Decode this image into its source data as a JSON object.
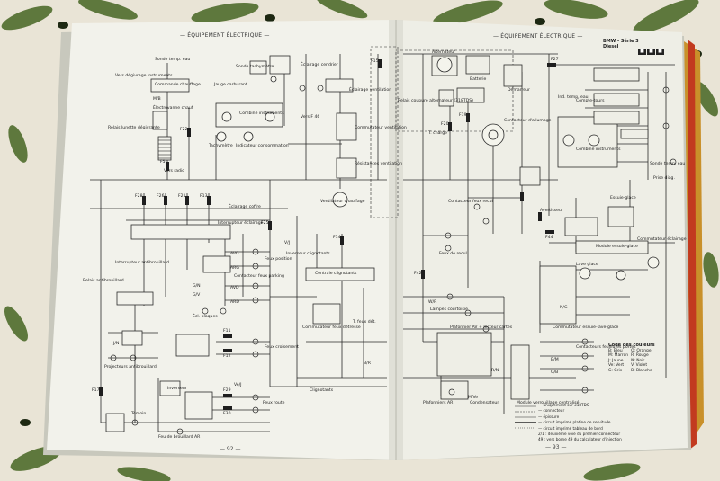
{
  "page": {
    "header_left": "— ÉQUIPEMENT ÉLECTRIQUE —",
    "header_right": "— ÉQUIPEMENT ÉLECTRIQUE —",
    "brand_line1": "BMW - Série 3",
    "brand_line2": "Diesel",
    "brand_badges": [
      "■",
      "■",
      "■"
    ],
    "page_left": "— 92 —",
    "page_right": "— 93 —"
  },
  "labels": {
    "sonde_temp": "Sonde temp. eau",
    "vers_degivrage": "Vers dégivrage instruments",
    "commande_chauffage": "Commande chauffage",
    "electrovanne": "Électrovanne chauf.",
    "relais_lunette": "Relais lunette dégivrante",
    "vers_radio": "Vers radio",
    "jauge_carburant": "Jauge carburant",
    "sonde_tachy": "Sonde tachymètre",
    "combine_instruments": "Combiné instruments",
    "tachymetre": "Tachymètre",
    "indicateur_conso": "Indicateur consommation",
    "vers_f46": "Vers F 46",
    "eclairage_cendrier": "Éclairage cendrier",
    "eclairage_ventilation": "Éclairage ventilation",
    "commutateur_ventilation": "Commutateur ventilation",
    "resistances_ventilation": "Résistances ventilation",
    "ventilateur_chauffage": "Ventilateur chauffage",
    "eclairage_coffre": "Éclairage coffre",
    "interrupteur_eclairage": "Interrupteur éclairage",
    "contacteur_feux_parking": "Contacteur feux parking",
    "feux_position": "Feux position",
    "feux_croisement": "Feux croisement",
    "ecl_plaques": "Écl. plaques",
    "relais_antibrouillard": "Relais antibrouillard",
    "interrupteur_antibrouillard": "Interrupteur antibrouillard",
    "projecteurs_antibrouillard": "Projecteurs antibrouillard",
    "temoin": "Témoin",
    "inverseur_clignotants": "Inverseur clignotants",
    "centrale_clignotants": "Centrale clignotants",
    "commutateur_feux_detresse": "Commutateur feux détresse",
    "temoin_feux_detresse": "T. feux dét.",
    "clignotants": "Clignotants",
    "inverseur": "Inverseur",
    "feux_route": "Feux route",
    "feu_brouillard_ar": "Feu de brouillard AR",
    "alternateur": "Alternateur",
    "batterie": "Batterie",
    "demarreur": "Démarreur",
    "relais_coupure": "Relais coupure alternateur (318TDS)",
    "t_charge": "T. charge",
    "contacteur_allumage": "Contacteur d'allumage",
    "contacteur_feux_recul": "Contacteur feux recul",
    "feux_recul": "Feux de recul",
    "compte_tours": "Compte-tours",
    "ind_temp_eau": "Ind. temp. eau",
    "combine_instruments_r": "Combiné instruments",
    "sonde_temp_r": "Sonde temp. eau",
    "prise_diag": "Prise diag.",
    "essuie_glace": "Essuie-glace",
    "module_essuie_glace": "Module essuie-glace",
    "lave_glace": "Lave glace",
    "commutateur_essuie": "Commutateur essuie-lave-glace",
    "commutateur_eclairage": "Commutateur éclairage",
    "avertisseur": "Avertisseur",
    "lampes_courtoisie": "Lampes courtoisie",
    "plafonnier_lecteur": "Plafonnier AV + lecteur cartes",
    "plafonniers_ar": "Plafonniers AR",
    "condensateur": "Condensateur",
    "module_verrouillage": "Module verrouillage centralisé",
    "contacteurs_portes": "Contacteurs feuillures portes"
  },
  "legend": {
    "title": "Code des couleurs",
    "rows": [
      [
        "B: Bleu",
        "O: Orange"
      ],
      [
        "M: Marron",
        "R: Rouge"
      ],
      [
        "J: Jaune",
        "N: Noir"
      ],
      [
        "Ve: Vert",
        "V: Violet"
      ],
      [
        "G: Gris",
        "B: Blanche"
      ]
    ]
  },
  "notes": [
    "— uniquement sur 318TDS",
    "— connecteur",
    "— épissure",
    "— circuit imprimé platine de servitude",
    "— circuit imprimé tableau de bord",
    "2/1 : deuxième voie du premier connecteur",
    "49 : vers borne 49 du calculateur d'injection"
  ],
  "fuses": [
    "F5",
    "F28",
    "F26",
    "F21",
    "F13",
    "F25",
    "F27",
    "F15",
    "F14",
    "F11",
    "F12",
    "F22",
    "F29",
    "F30",
    "F17",
    "F44",
    "F42",
    "F20",
    "F19"
  ],
  "codes": [
    "M/B",
    "B/R",
    "G/V",
    "G/N",
    "V/J",
    "J/N",
    "R/N",
    "N/G",
    "AVG",
    "ARG",
    "AVD",
    "ARD",
    "W/R",
    "M/Ve",
    "B/M",
    "G/B",
    "Ve/J"
  ],
  "colors": {
    "cloth": "#eae6d8",
    "leaf": "#4f6b2c",
    "paper": "#f1f1ea",
    "ink": "#2a2a2a",
    "cover_edge": "#e0a020"
  }
}
